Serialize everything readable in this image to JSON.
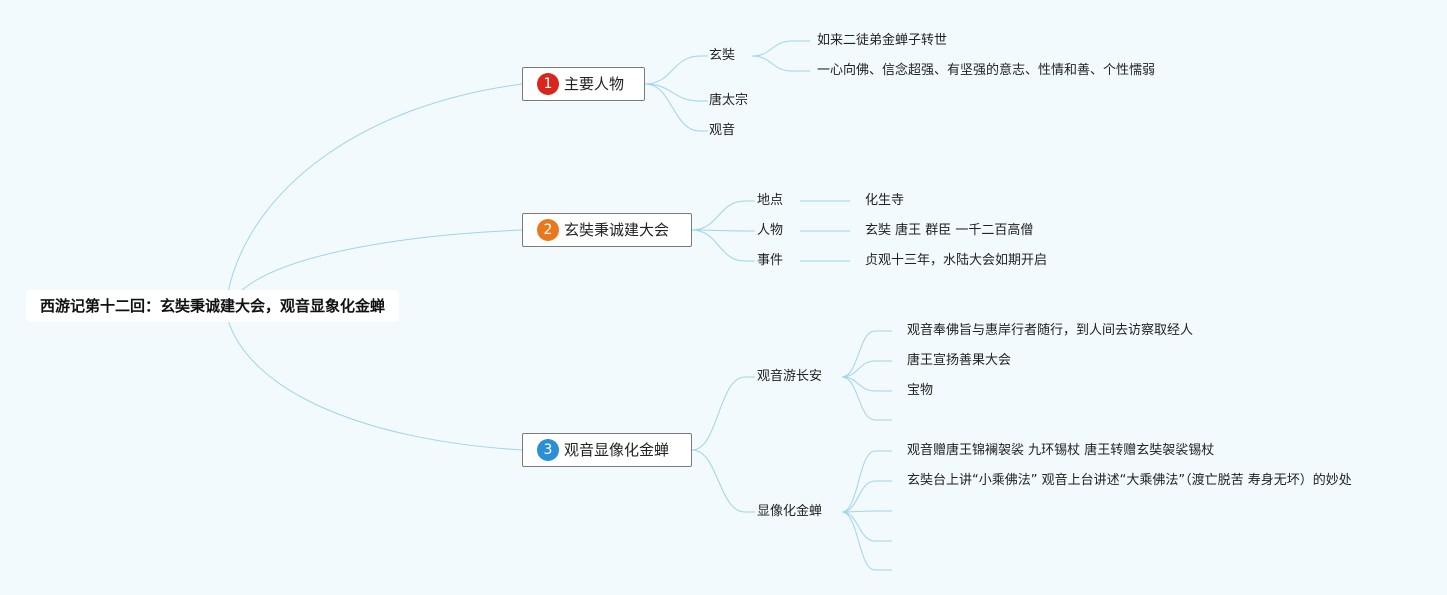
{
  "root": {
    "label": "西游记第十二回：玄奘秉诚建大会，观音显象化金蝉"
  },
  "branches": [
    {
      "badge": "1",
      "badge_color": "#d9261c",
      "label": "主要人物",
      "children": [
        {
          "label": "玄奘",
          "children": [
            "如来二徒弟金蝉子转世",
            "一心向佛、信念超强、有坚强的意志、性情和善、个性懦弱"
          ]
        },
        {
          "label": "唐太宗"
        },
        {
          "label": "观音"
        }
      ]
    },
    {
      "badge": "2",
      "badge_color": "#e8781e",
      "label": "玄奘秉诚建大会",
      "children": [
        {
          "label": "地点",
          "children": [
            "化生寺"
          ]
        },
        {
          "label": "人物",
          "children": [
            "玄奘 唐王 群臣 一千二百高僧"
          ]
        },
        {
          "label": "事件",
          "children": [
            "贞观十三年，水陆大会如期开启"
          ]
        }
      ]
    },
    {
      "badge": "3",
      "badge_color": "#2b8fd6",
      "label": "观音显像化金蝉",
      "children": [
        {
          "label": "观音游长安",
          "children": [
            "观音奉佛旨与惠岸行者随行，到人间去访察取经人",
            "唐王宣扬善果大会",
            "宝物",
            ""
          ]
        },
        {
          "label": "显像化金蝉",
          "children": [
            "观音赠唐王锦襕袈裟 九环锡杖 唐王转赠玄奘袈裟锡杖",
            "玄奘台上讲“小乘佛法” 观音上台讲述“大乘佛法”（渡亡脱苦 寿身无坏）的妙处",
            "",
            "",
            ""
          ]
        }
      ]
    }
  ],
  "colors": {
    "link": "#9fd3ec",
    "background": "#f3fafd",
    "branch_border": "#7a7a7a"
  }
}
